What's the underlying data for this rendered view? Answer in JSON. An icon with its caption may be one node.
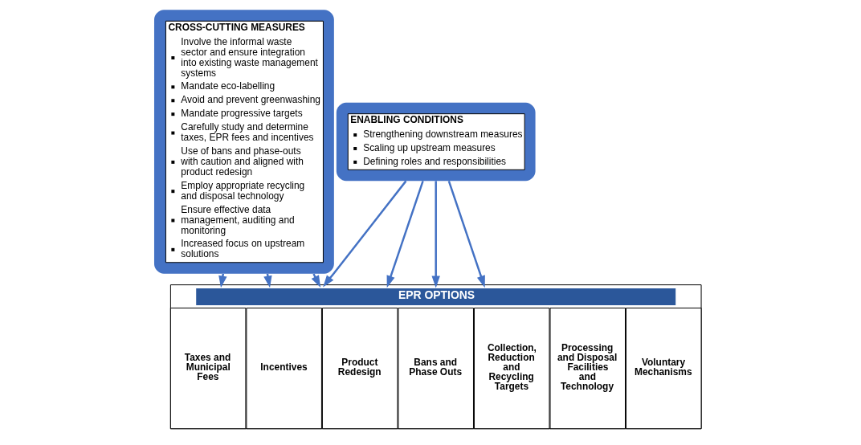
{
  "diagram": {
    "nodes": [
      {
        "text": [
          "ENABLING CONDITIONS",
          "Strengthening downstream measures",
          "Scaling up upstream measures",
          "Defining roles and responsibilities"
        ]
      },
      {
        "text": [
          "CROSS-CUTTING MEASURES",
          "Involve the informal waste sector and ensure integration into existing waste management systems",
          "Mandate eco-labelling",
          "Avoid and prevent greenwashing",
          "Mandate progressive targets",
          "Carefully study and determine taxes, EPR fees and incentives",
          "Use of bans and phase-outs with caution and aligned with product redesign",
          "Employ appropriate recycling and disposal technology",
          "Ensure effective data management, auditing and monitoring",
          "Increased focus on upstream solutions"
        ]
      },
      {
        "text": [
          "EPR OPTIONS"
        ]
      },
      {
        "text": [
          "Taxes and Municipal Fees"
        ],
        "in": 2
      },
      {
        "text": [
          "Incentives"
        ],
        "in": 2
      },
      {
        "text": [
          "Product Redesign"
        ],
        "in": 2
      },
      {
        "text": [
          "Bans and Phase Outs"
        ],
        "in": 2
      },
      {
        "text": [
          "Collection, Reduction and Recycling Targets"
        ],
        "in": 2
      },
      {
        "text": [
          "Processing and Disposal Facilities and Technology"
        ],
        "in": 2
      },
      {
        "text": [
          "Voluntary Mechanisms"
        ],
        "in": 2
      }
    ],
    "edges": [
      {
        "from": 0,
        "to": 2,
        "arrow": "to"
      },
      {
        "from": 0,
        "to": 2,
        "arrow": "to"
      },
      {
        "from": 0,
        "to": 2,
        "arrow": "to"
      },
      {
        "from": 0,
        "to": 2,
        "arrow": "to"
      },
      {
        "from": 1,
        "to": 2,
        "arrow": "to"
      },
      {
        "from": 1,
        "to": 2,
        "arrow": "to"
      },
      {
        "from": 1,
        "to": 2,
        "arrow": "to"
      }
    ]
  }
}
